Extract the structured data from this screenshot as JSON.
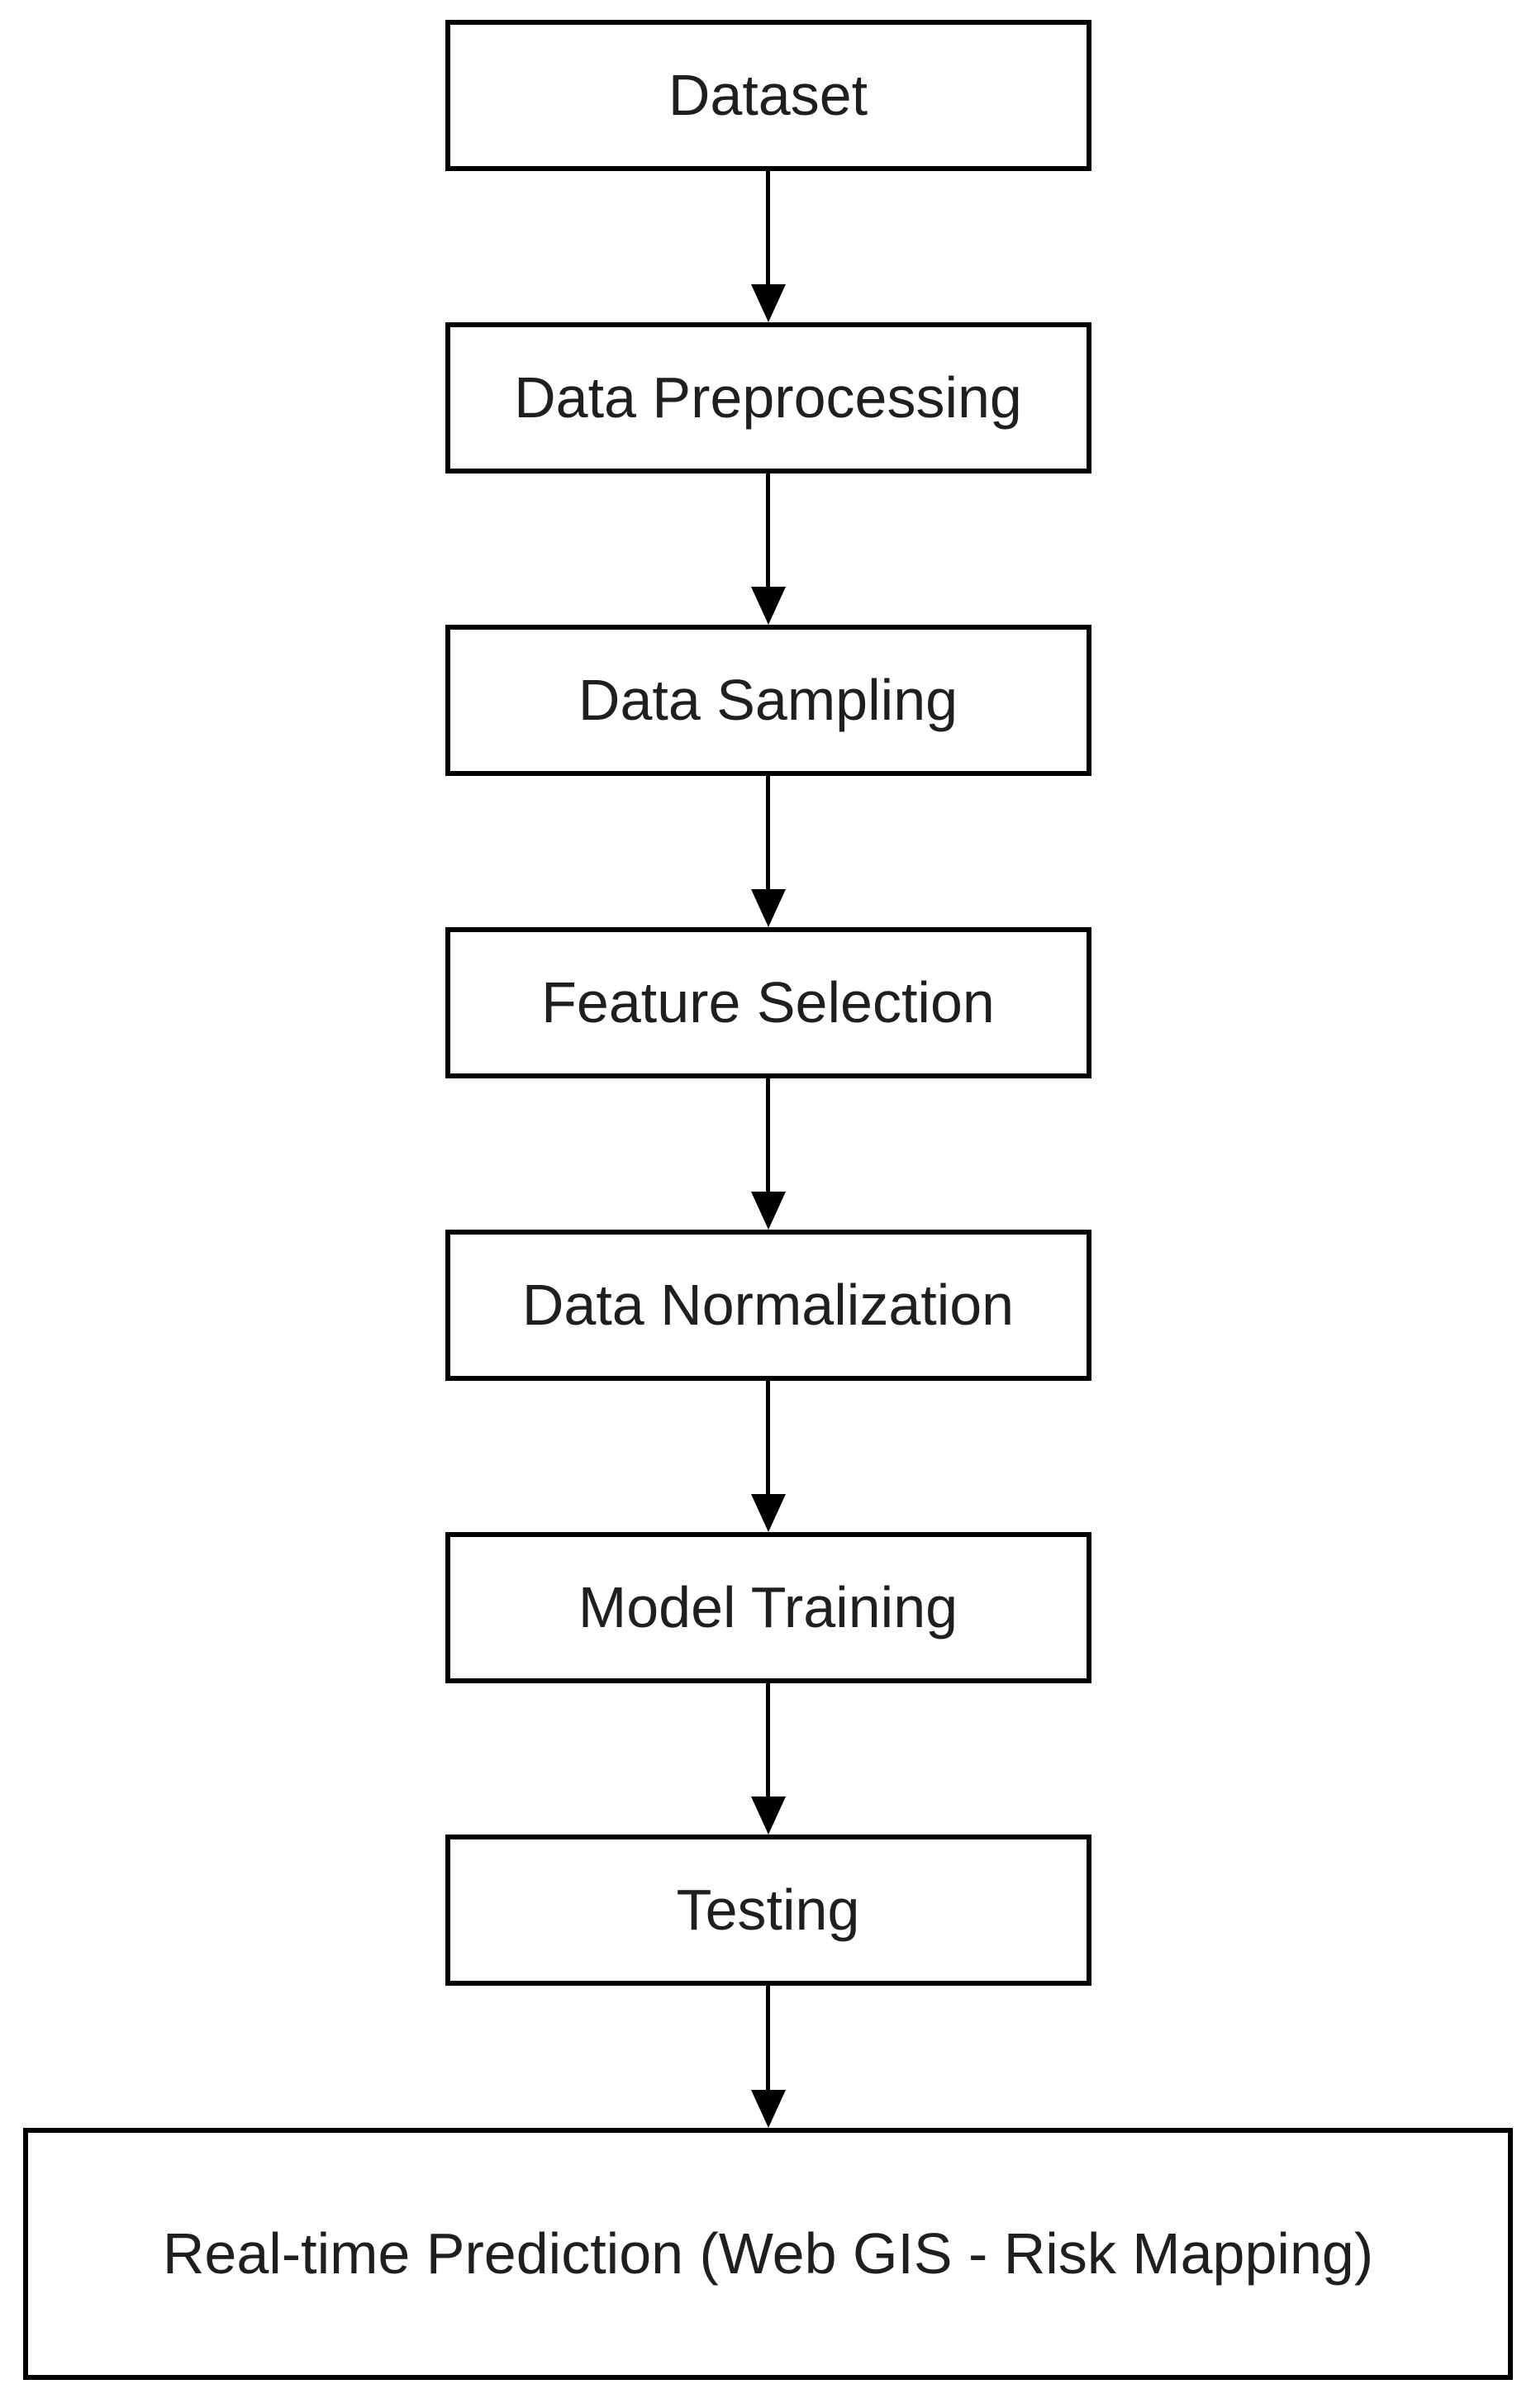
{
  "figure": {
    "type": "flowchart",
    "direction": "top-to-bottom",
    "background_color": "#ffffff",
    "box_border_color": "#000000",
    "text_color": "#1f1f1f",
    "arrow_color": "#000000"
  },
  "flow": {
    "steps": [
      {
        "id": "dataset",
        "label": "Dataset"
      },
      {
        "id": "data-preprocessing",
        "label": "Data Preprocessing"
      },
      {
        "id": "data-sampling",
        "label": "Data Sampling"
      },
      {
        "id": "feature-selection",
        "label": "Feature Selection"
      },
      {
        "id": "data-normalization",
        "label": "Data Normalization"
      },
      {
        "id": "model-training",
        "label": "Model Training"
      },
      {
        "id": "testing",
        "label": "Testing"
      },
      {
        "id": "real-time-prediction",
        "label": "Real-time Prediction (Web GIS - Risk Mapping)"
      }
    ]
  }
}
